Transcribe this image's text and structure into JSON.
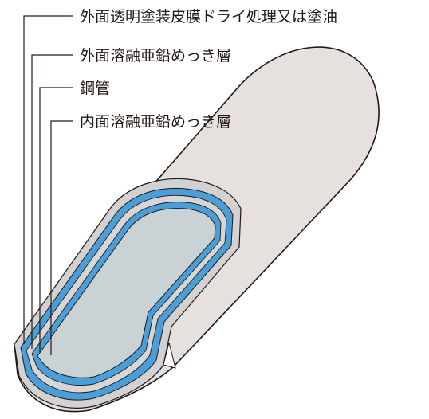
{
  "diagram": {
    "labels": {
      "outer_clear_coating": "外面透明塗装皮膜ドライ処理又は塗油",
      "outer_galvanized_layer": "外面溶融亜鉛めっき層",
      "steel_pipe": "鋼管",
      "inner_galvanized_layer": "内面溶融亜鉛めっき層"
    },
    "colors": {
      "pipe_body": "#e6e1de",
      "coating_layer": "#d2d2d2",
      "galvanized_layer": "#4a9fd8",
      "pipe_interior": "#c9d3d6",
      "outline": "#231815"
    }
  }
}
